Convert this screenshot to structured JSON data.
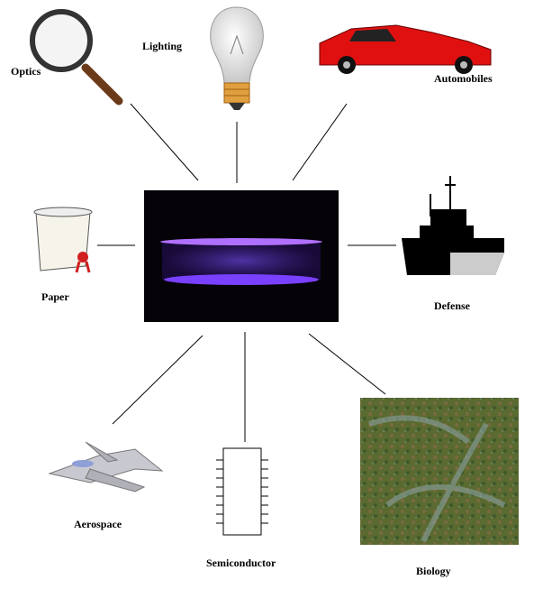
{
  "labels": {
    "optics": "Optics",
    "lighting": "Lighting",
    "automobiles": "Automobiles",
    "paper": "Paper",
    "defense": "Defense",
    "aerospace": "Aerospace",
    "semiconductor": "Semiconductor",
    "biology": "Biology"
  },
  "colors": {
    "plasma": "#8a4dff",
    "car": "#e01010",
    "biology": "#4a5a2a"
  }
}
